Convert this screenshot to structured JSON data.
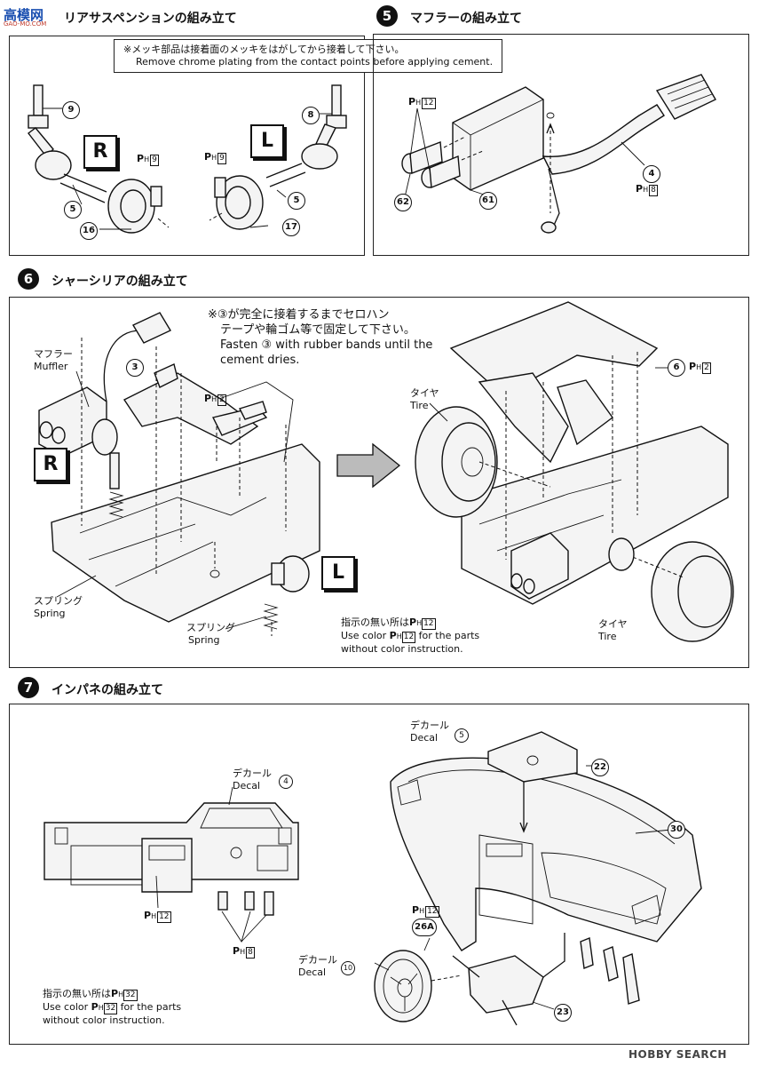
{
  "header_logo": "HOBBY SEARCH",
  "brand_mark": "高模网",
  "brand_url": "GAO-MO.COM",
  "step4": {
    "title": "リアサスペンションの組み立て",
    "note_jp": "※メッキ部品は接着面のメッキをはがしてから接着して下さい。",
    "note_en": "Remove chrome plating from the contact points before applying cement.",
    "R": "R",
    "L": "L",
    "parts": [
      "9",
      "5",
      "16",
      "9",
      "8",
      "5",
      "17"
    ],
    "color_ph9a": "9",
    "color_ph9b": "9"
  },
  "step5": {
    "num": "5",
    "title": "マフラーの組み立て",
    "color_ph12": "12",
    "color_ph8": "8",
    "parts": [
      "62",
      "61",
      "4"
    ]
  },
  "step6": {
    "num": "6",
    "title": "シャーシリアの組み立て",
    "note_jp1": "※③が完全に接着するまでセロハン",
    "note_jp2": "テープや輪ゴム等で固定して下さい。",
    "note_en1": "Fasten ③ with rubber bands until the",
    "note_en2": "cement dries.",
    "muffler_jp": "マフラー",
    "muffler_en": "Muffler",
    "spring_jp": "スプリング",
    "spring_en": "Spring",
    "spring2_jp": "スプリング",
    "spring2_en": "Spring",
    "tire_jp": "タイヤ",
    "tire_en": "Tire",
    "tire2_jp": "タイヤ",
    "tire2_en": "Tire",
    "R": "R",
    "L": "L",
    "part3": "3",
    "part6": "6",
    "color_ph2a": "2",
    "color_ph2b": "2",
    "default_jp": "指示の無い所は",
    "default_num": "12",
    "default_en1": "Use color",
    "default_en2": "for the parts",
    "default_en3": "without color instruction."
  },
  "step7": {
    "num": "7",
    "title": "インパネの組み立て",
    "decal_jp": "デカール",
    "decal_en": "Decal",
    "decal4": "4",
    "decal2_jp": "デカール",
    "decal2_en": "Decal",
    "decal5": "5",
    "decal3_jp": "デカール",
    "decal3_en": "Decal",
    "decal10": "10",
    "color_ph12a": "12",
    "color_ph8": "8",
    "color_ph12b": "12",
    "parts": [
      "22",
      "30",
      "26A",
      "23"
    ],
    "default_jp": "指示の無い所は",
    "default_num": "32",
    "default_en1": "Use color",
    "default_en2": "for the parts",
    "default_en3": "without color instruction."
  }
}
